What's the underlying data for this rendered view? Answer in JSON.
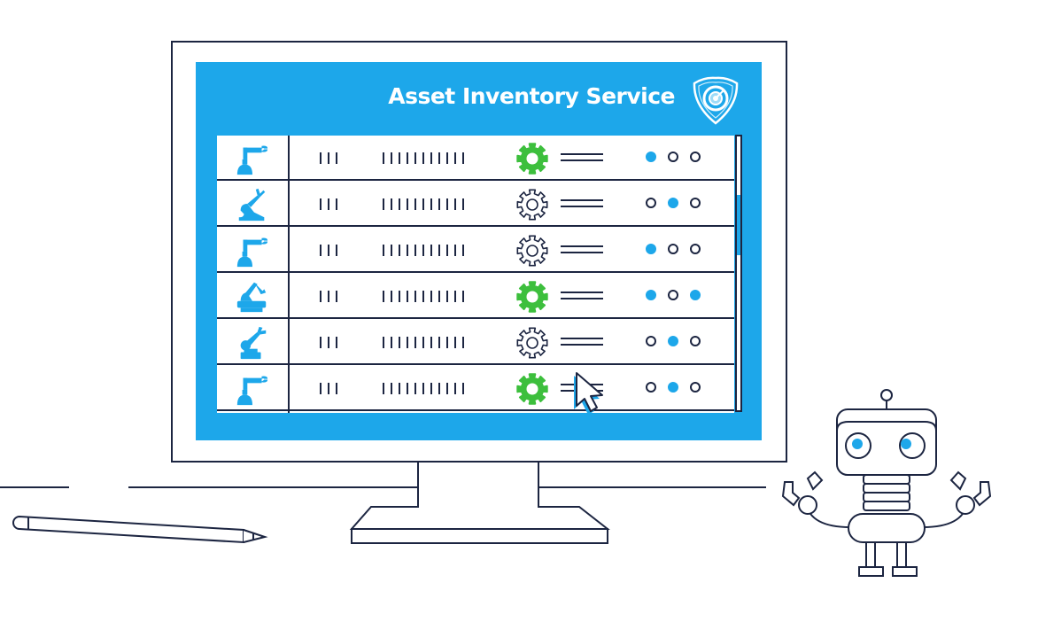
{
  "app": {
    "title": "Asset Inventory Service",
    "logo_icon": "shield-radar-icon"
  },
  "colors": {
    "accent_blue": "#1da7ea",
    "active_green": "#3dbf3d",
    "outline": "#1c2541"
  },
  "table": {
    "rows": [
      {
        "asset_icon": "robot-arm-gripper-icon",
        "id_marks": 3,
        "serial_marks": 11,
        "gear_active": true,
        "status_dots": [
          true,
          false,
          false
        ]
      },
      {
        "asset_icon": "robot-arm-bent-icon",
        "id_marks": 3,
        "serial_marks": 11,
        "gear_active": false,
        "status_dots": [
          false,
          true,
          false
        ]
      },
      {
        "asset_icon": "robot-arm-gripper-icon",
        "id_marks": 3,
        "serial_marks": 11,
        "gear_active": false,
        "status_dots": [
          true,
          false,
          false
        ]
      },
      {
        "asset_icon": "industrial-robot-icon",
        "id_marks": 3,
        "serial_marks": 11,
        "gear_active": true,
        "status_dots": [
          true,
          false,
          true
        ]
      },
      {
        "asset_icon": "robot-arm-claw-icon",
        "id_marks": 3,
        "serial_marks": 11,
        "gear_active": false,
        "status_dots": [
          false,
          true,
          false
        ]
      },
      {
        "asset_icon": "robot-arm-gripper-icon",
        "id_marks": 3,
        "serial_marks": 11,
        "gear_active": true,
        "status_dots": [
          false,
          true,
          false
        ]
      }
    ],
    "scroll_position": 0.25
  },
  "illustration": {
    "mascot": "robot-mascot",
    "desk_items": [
      "pencil"
    ]
  }
}
